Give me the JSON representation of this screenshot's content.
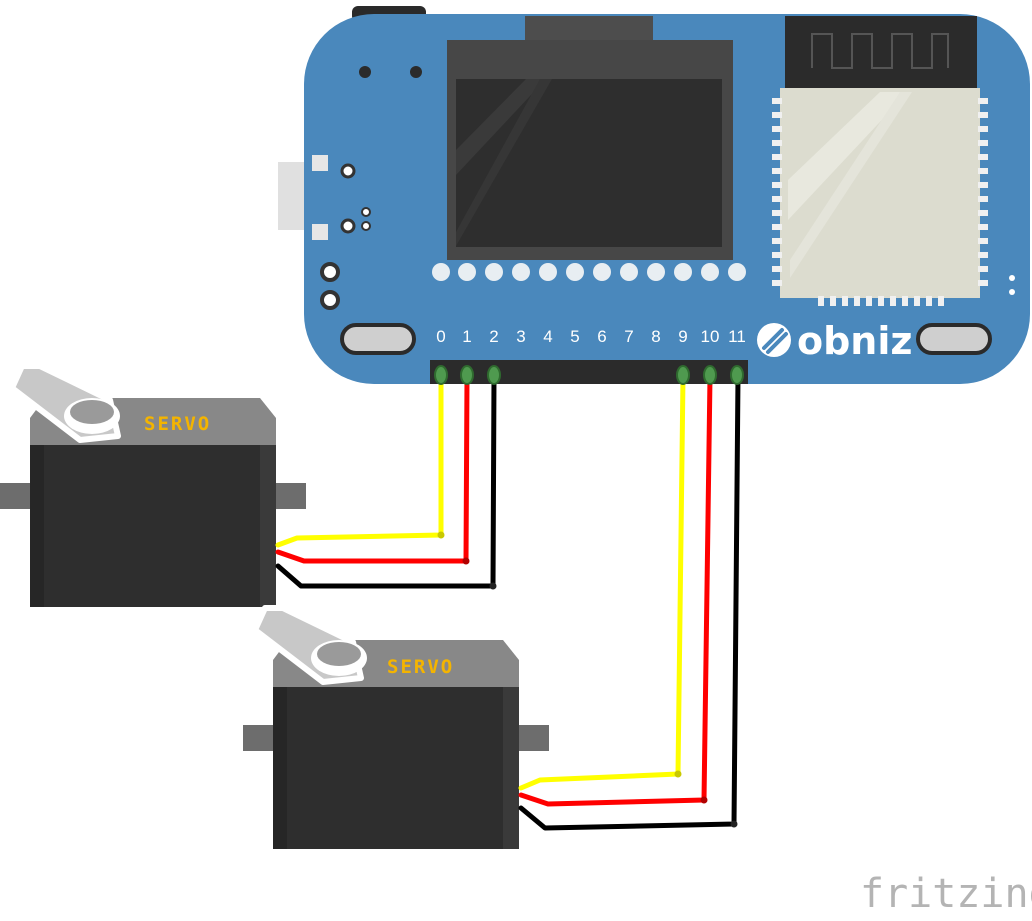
{
  "board": {
    "brand": "obniz",
    "colors": {
      "body": "#4a88bc",
      "display": "#2e2e2e",
      "wifi_module": "#dcdccf",
      "header": "#2b2b2b"
    },
    "pins": [
      "0",
      "1",
      "2",
      "3",
      "4",
      "5",
      "6",
      "7",
      "8",
      "9",
      "10",
      "11"
    ]
  },
  "servos": [
    {
      "label": "SERVO",
      "pins": [
        "0",
        "1",
        "2"
      ]
    },
    {
      "label": "SERVO",
      "pins": [
        "9",
        "10",
        "11"
      ]
    }
  ],
  "wires": {
    "colors": {
      "signal": "#ffff00",
      "power": "#ff0000",
      "ground": "#000000"
    }
  },
  "watermark": "fritzing"
}
